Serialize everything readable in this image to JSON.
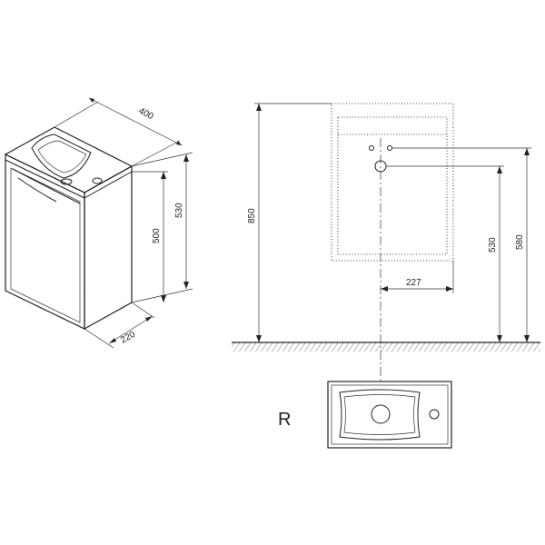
{
  "side_view": {
    "depth": "400",
    "height_outer": "530",
    "height_inner": "500",
    "width": "220"
  },
  "front_view": {
    "total_height": "850",
    "hole_offset": "227",
    "height_530": "530",
    "height_580": "580"
  },
  "top_view": {
    "orientation_label": "R"
  }
}
